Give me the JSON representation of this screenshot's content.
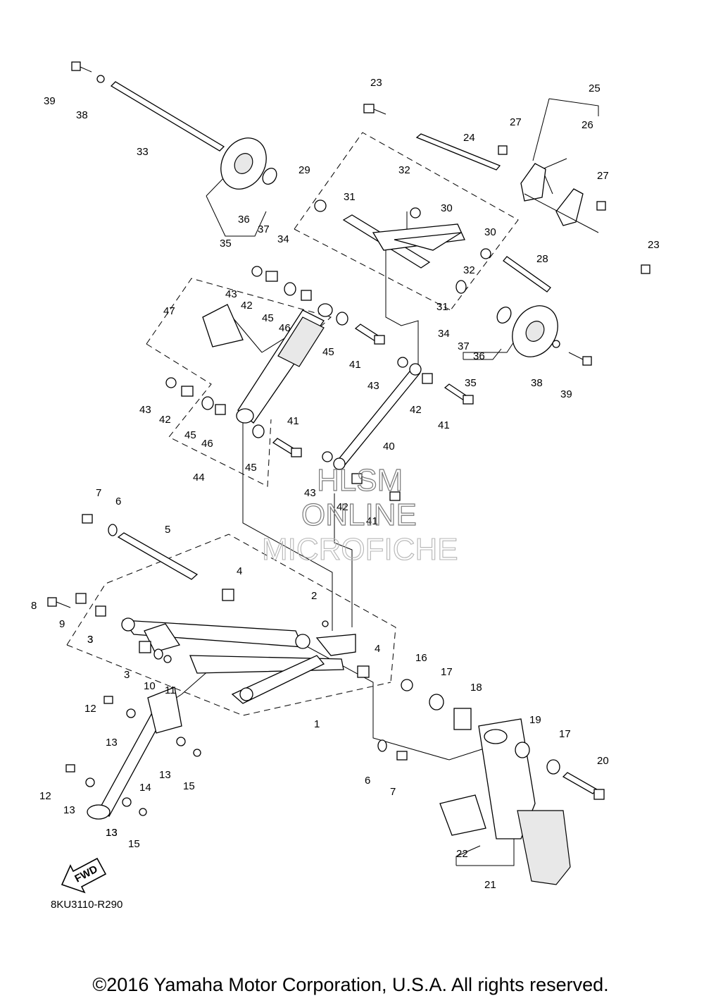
{
  "diagram": {
    "part_numbers": [
      "1",
      "2",
      "3",
      "3",
      "3",
      "4",
      "4",
      "5",
      "6",
      "6",
      "7",
      "7",
      "8",
      "9",
      "10",
      "11",
      "12",
      "12",
      "13",
      "13",
      "13",
      "13",
      "13",
      "14",
      "15",
      "15",
      "16",
      "17",
      "17",
      "18",
      "19",
      "20",
      "21",
      "22",
      "23",
      "23",
      "24",
      "25",
      "26",
      "27",
      "27",
      "28",
      "29",
      "30",
      "30",
      "31",
      "31",
      "32",
      "32",
      "33",
      "34",
      "34",
      "35",
      "35",
      "36",
      "36",
      "37",
      "37",
      "38",
      "38",
      "39",
      "39",
      "40",
      "41",
      "41",
      "41",
      "42",
      "42",
      "42",
      "43",
      "43",
      "43",
      "43",
      "44",
      "45",
      "45",
      "45",
      "46",
      "46",
      "47"
    ],
    "drawing_code": "8KU3110-R290",
    "fwd_label": "FWD",
    "copyright": "©2016 Yamaha Motor Corporation, U.S.A. All rights reserved."
  },
  "watermark": {
    "line1": "HLSM",
    "line2": "ONLINE",
    "line3": "MICROFICHE"
  }
}
